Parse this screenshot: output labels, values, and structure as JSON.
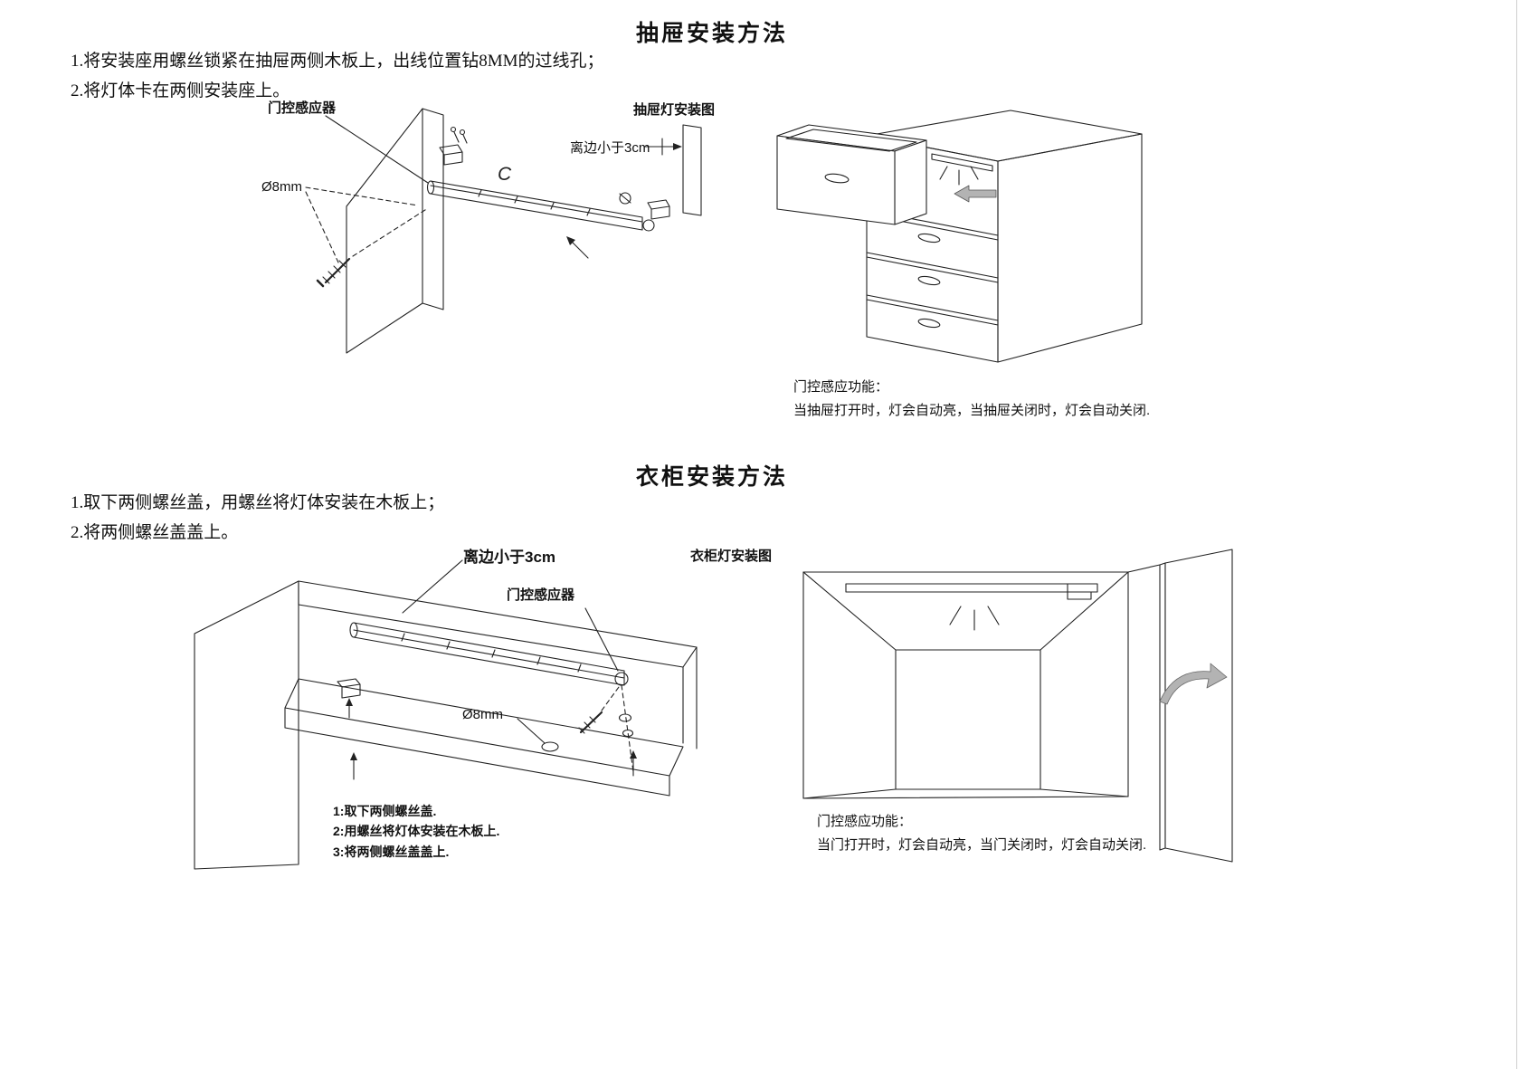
{
  "drawer_section": {
    "title": "抽屉安装方法",
    "step1": "1.将安装座用螺丝锁紧在抽屉两侧木板上，出线位置钻8MM的过线孔；",
    "step2": "2.将灯体卡在两侧安装座上。",
    "sensor_label": "门控感应器",
    "diagram_title": "抽屉灯安装图",
    "edge_distance_label": "离边小于3cm",
    "hole_label": "Ø8mm",
    "assembly_mark": "C",
    "function_note_title": "门控感应功能：",
    "function_note_body": "当抽屉打开时，灯会自动亮，当抽屉关闭时，灯会自动关闭."
  },
  "wardrobe_section": {
    "title": "衣柜安装方法",
    "step1": "1.取下两侧螺丝盖，用螺丝将灯体安装在木板上；",
    "step2": "2.将两侧螺丝盖盖上。",
    "edge_distance_label": "离边小于3cm",
    "sensor_label": "门控感应器",
    "diagram_title": "衣柜灯安装图",
    "hole_label": "Ø8mm",
    "install_steps": [
      "1:取下两侧螺丝盖.",
      "2:用螺丝将灯体安装在木板上.",
      "3:将两侧螺丝盖盖上."
    ],
    "function_note_title": "门控感应功能：",
    "function_note_body": "当门打开时，灯会自动亮，当门关闭时，灯会自动关闭."
  }
}
